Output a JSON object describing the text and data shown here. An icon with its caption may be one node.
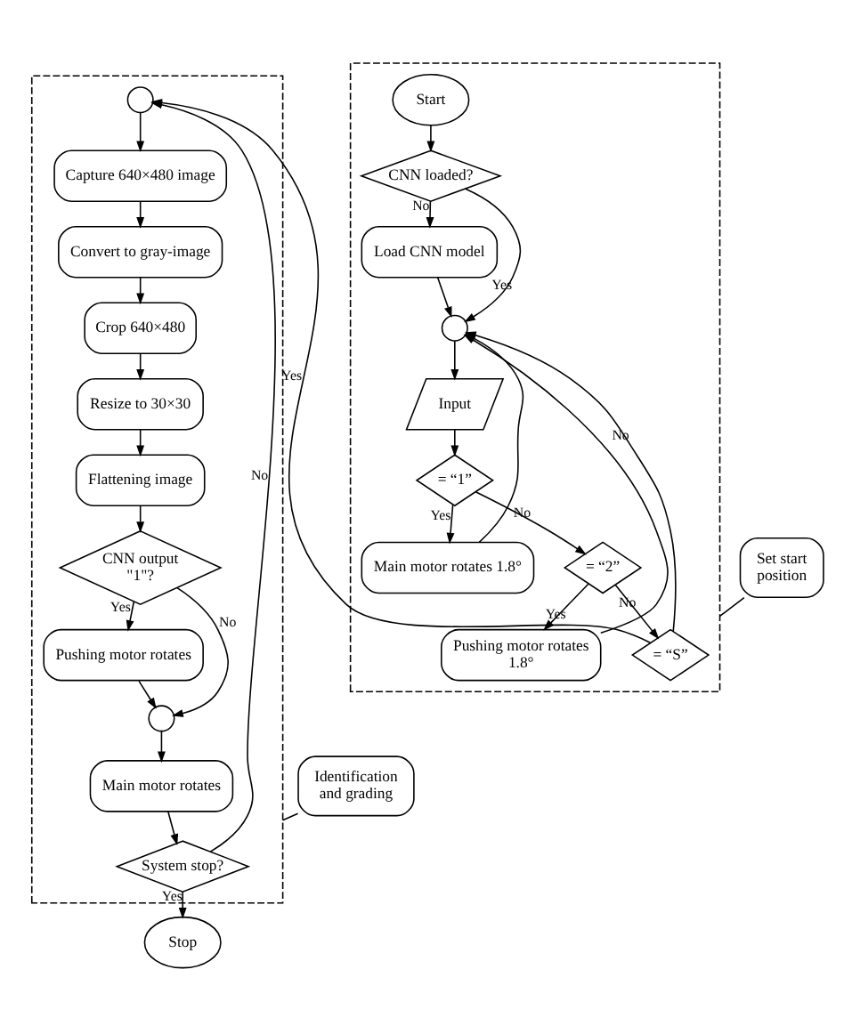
{
  "diagram": {
    "nodes": [
      {
        "text": [],
        "shape": "box"
      },
      {
        "text": [],
        "shape": "circle",
        "in": 0
      },
      {
        "text": [
          "Capture 640×480 image"
        ],
        "in": 0
      },
      {
        "text": [
          "Convert to gray-image"
        ],
        "in": 0
      },
      {
        "text": [
          "Crop 640×480"
        ],
        "in": 0
      },
      {
        "text": [
          "Resize to 30×30"
        ],
        "in": 0
      },
      {
        "text": [
          "Flattening image"
        ],
        "in": 0
      },
      {
        "text": [
          "CNN output \"1\"?"
        ],
        "in": 0
      },
      {
        "text": [
          "Pushing motor rotates"
        ],
        "in": 0
      },
      {
        "text": [],
        "shape": "circle",
        "in": 0
      },
      {
        "text": [
          "Main motor rotates"
        ],
        "in": 0
      },
      {
        "text": [
          "System stop?"
        ],
        "in": 0
      },
      {
        "text": [
          "Stop"
        ]
      },
      {
        "text": [],
        "shape": "box"
      },
      {
        "text": [
          "Start"
        ],
        "in": 13
      },
      {
        "text": [
          "CNN loaded?"
        ],
        "in": 13
      },
      {
        "text": [
          "Load CNN model"
        ],
        "in": 13
      },
      {
        "text": [],
        "shape": "circle",
        "in": 13
      },
      {
        "text": [
          "Input"
        ],
        "in": 13
      },
      {
        "text": [
          "= “1”"
        ],
        "in": 13
      },
      {
        "text": [
          "Main motor rotates 1.8°"
        ],
        "in": 13
      },
      {
        "text": [
          "= “2”"
        ],
        "in": 13
      },
      {
        "text": [
          "Pushing motor rotates 1.8°"
        ],
        "in": 13
      },
      {
        "text": [
          "= “S”"
        ],
        "in": 13
      },
      {
        "text": [
          "Set start position"
        ]
      },
      {
        "text": [
          "Identification and grading"
        ]
      }
    ],
    "edges": [
      {
        "from": 1,
        "to": 2,
        "arrow": "to"
      },
      {
        "from": 2,
        "to": 3,
        "arrow": "to"
      },
      {
        "from": 3,
        "to": 4,
        "arrow": "to"
      },
      {
        "from": 4,
        "to": 5,
        "arrow": "to"
      },
      {
        "from": 5,
        "to": 6,
        "arrow": "to"
      },
      {
        "from": 6,
        "to": 7,
        "arrow": "to"
      },
      {
        "from": 7,
        "to": 8,
        "arrow": "to",
        "label": "Yes"
      },
      {
        "from": 7,
        "to": 9,
        "arrow": "to",
        "label": "No"
      },
      {
        "from": 8,
        "to": 9,
        "arrow": "to"
      },
      {
        "from": 9,
        "to": 10,
        "arrow": "to"
      },
      {
        "from": 10,
        "to": 11,
        "arrow": "to"
      },
      {
        "from": 11,
        "to": 12,
        "arrow": "to",
        "label": "Yes"
      },
      {
        "from": 11,
        "to": 1,
        "arrow": "to",
        "label": "No"
      },
      {
        "from": 14,
        "to": 15,
        "arrow": "to"
      },
      {
        "from": 15,
        "to": 16,
        "arrow": "to",
        "label": "No"
      },
      {
        "from": 15,
        "to": 17,
        "arrow": "to",
        "label": "Yes"
      },
      {
        "from": 16,
        "to": 17,
        "arrow": "to"
      },
      {
        "from": 17,
        "to": 18,
        "arrow": "to"
      },
      {
        "from": 18,
        "to": 19,
        "arrow": "to"
      },
      {
        "from": 19,
        "to": 20,
        "arrow": "to",
        "label": "Yes"
      },
      {
        "from": 19,
        "to": 21,
        "arrow": "to",
        "label": "No"
      },
      {
        "from": 20,
        "to": 17,
        "arrow": "to"
      },
      {
        "from": 21,
        "to": 22,
        "arrow": "to",
        "label": "Yes"
      },
      {
        "from": 21,
        "to": 23,
        "arrow": "to",
        "label": "No"
      },
      {
        "from": 22,
        "to": 17,
        "arrow": "to"
      },
      {
        "from": 23,
        "to": 17,
        "arrow": "to",
        "label": "No"
      },
      {
        "from": 23,
        "to": 1,
        "arrow": "to",
        "label": "Yes"
      },
      {
        "from": 24,
        "to": 13,
        "arrow": "none"
      },
      {
        "from": 25,
        "to": 0,
        "arrow": "none"
      }
    ]
  }
}
